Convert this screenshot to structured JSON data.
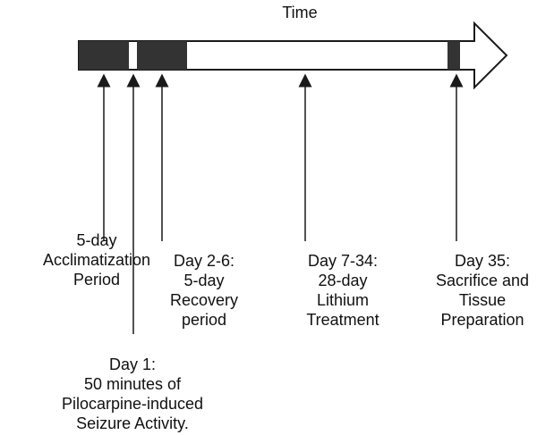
{
  "axis_title": "Time",
  "labels": {
    "acclimatization": [
      "5-day",
      "Acclimatization",
      "Period"
    ],
    "seizure": [
      "Day 1:",
      "50 minutes of",
      "Pilocarpine-induced",
      "Seizure Activity."
    ],
    "recovery": [
      "Day 2-6:",
      "5-day",
      "Recovery",
      "period"
    ],
    "lithium": [
      "Day 7-34:",
      "28-day",
      "Lithium",
      "Treatment"
    ],
    "sacrifice": [
      "Day 35:",
      "Sacrifice and",
      "Tissue",
      "Preparation"
    ]
  },
  "colors": {
    "filled_segment": "#333333",
    "arrow_outline": "#1a1a1a",
    "arrow_fill": "#ffffff"
  }
}
